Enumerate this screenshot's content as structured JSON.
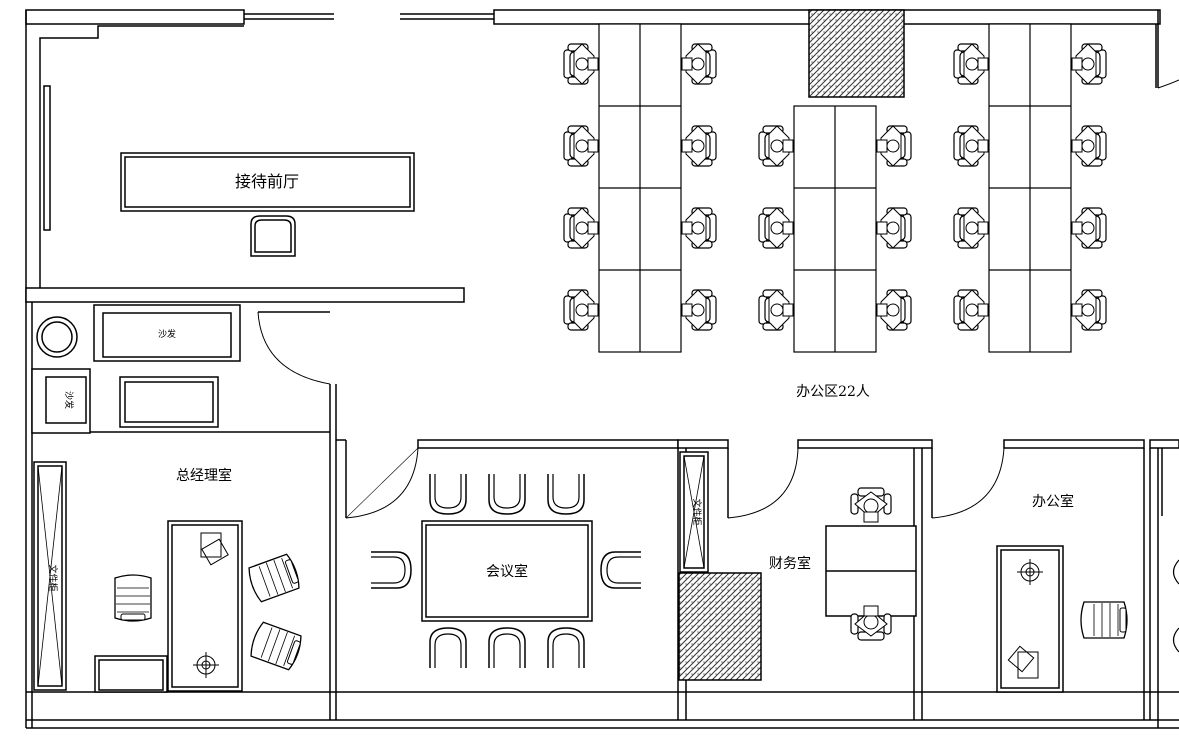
{
  "rooms": {
    "reception": "接待前厅",
    "open_office": "办公区22人",
    "gm_office": "总经理室",
    "meeting": "会议室",
    "finance": "财务室",
    "office": "办公室"
  },
  "furniture": {
    "sofa_long": "沙发",
    "sofa_single": "沙发",
    "cabinet_gm": "文件柜",
    "cabinet_finance": "文件柜"
  },
  "colors": {
    "line": "#000000",
    "background": "#ffffff",
    "hatch": "#333333"
  }
}
